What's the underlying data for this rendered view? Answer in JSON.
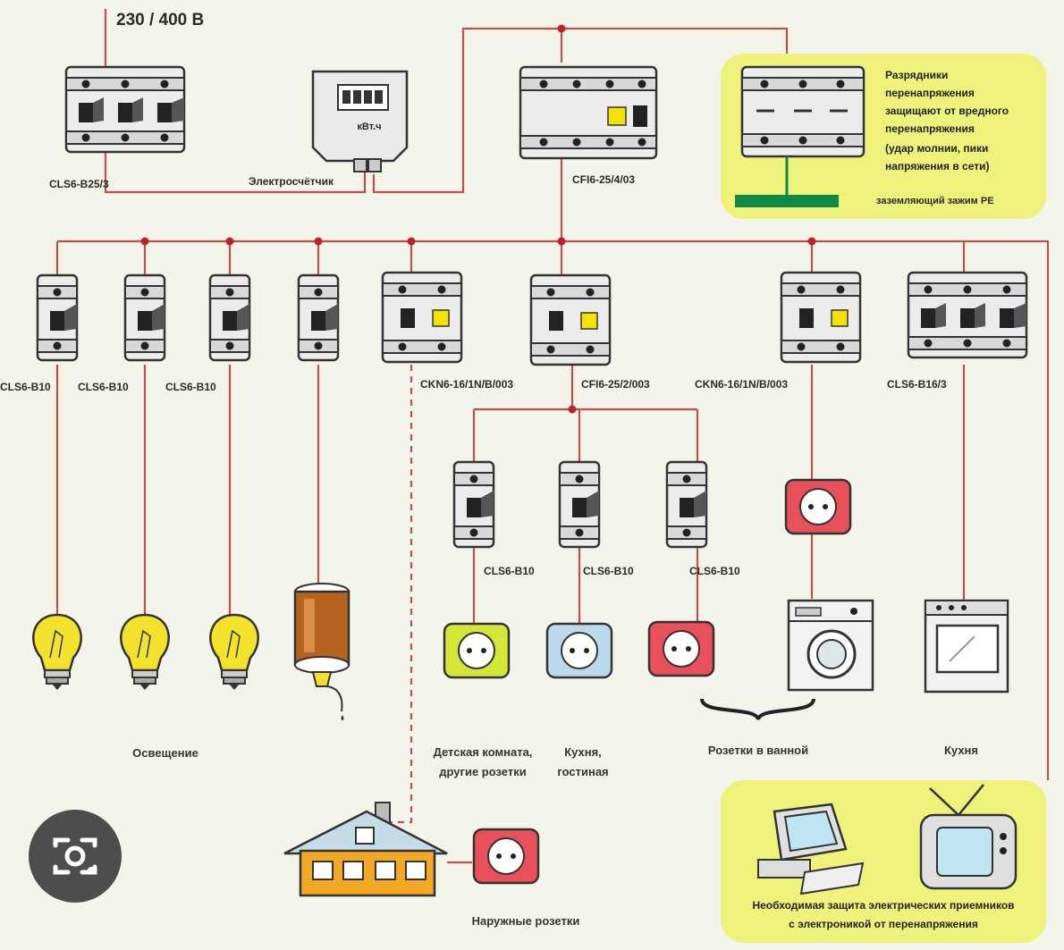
{
  "supply": {
    "voltage": "230 / 400 В"
  },
  "top_devices": {
    "main_breaker": "CLS6-B25/3",
    "meter_label": "Электросчётчик",
    "meter_face": "кВт.ч",
    "rcd": "CFI6-25/4/03"
  },
  "surge_box": {
    "note_lines": [
      "Разрядники",
      "перенапряжения",
      "защищают от вредного",
      "перенапряжения",
      "(удар молнии, пики",
      "напряжения в сети)"
    ],
    "pe_label": "заземляющий зажим PE"
  },
  "branch_breakers": [
    "CLS6-B10",
    "CLS6-B10",
    "CLS6-B10",
    "CKN6-16/1N/B/003",
    "CFI6-25/2/003",
    "CKN6-16/1N/B/003",
    "CLS6-B16/3"
  ],
  "sub_breakers": [
    "CLS6-B10",
    "CLS6-B10",
    "CLS6-B10"
  ],
  "captions": {
    "lighting": "Освещение",
    "kids_room": [
      "Детская комната,",
      "другие розетки"
    ],
    "kitchen_living": [
      "Кухня,",
      "гостиная"
    ],
    "bathroom": "Розетки в ванной",
    "kitchen": "Кухня",
    "outdoor": "Наружные розетки"
  },
  "protection_box": {
    "note_lines": [
      "Необходимая защита электрических приемников",
      "с электроникой от перенапряжения"
    ]
  },
  "colors": {
    "wire": "#c0504d",
    "node": "#c0202a",
    "highlight_box": "#eef27a",
    "ground_bar": "#0f8a45",
    "bulb": "#f2e22c"
  }
}
